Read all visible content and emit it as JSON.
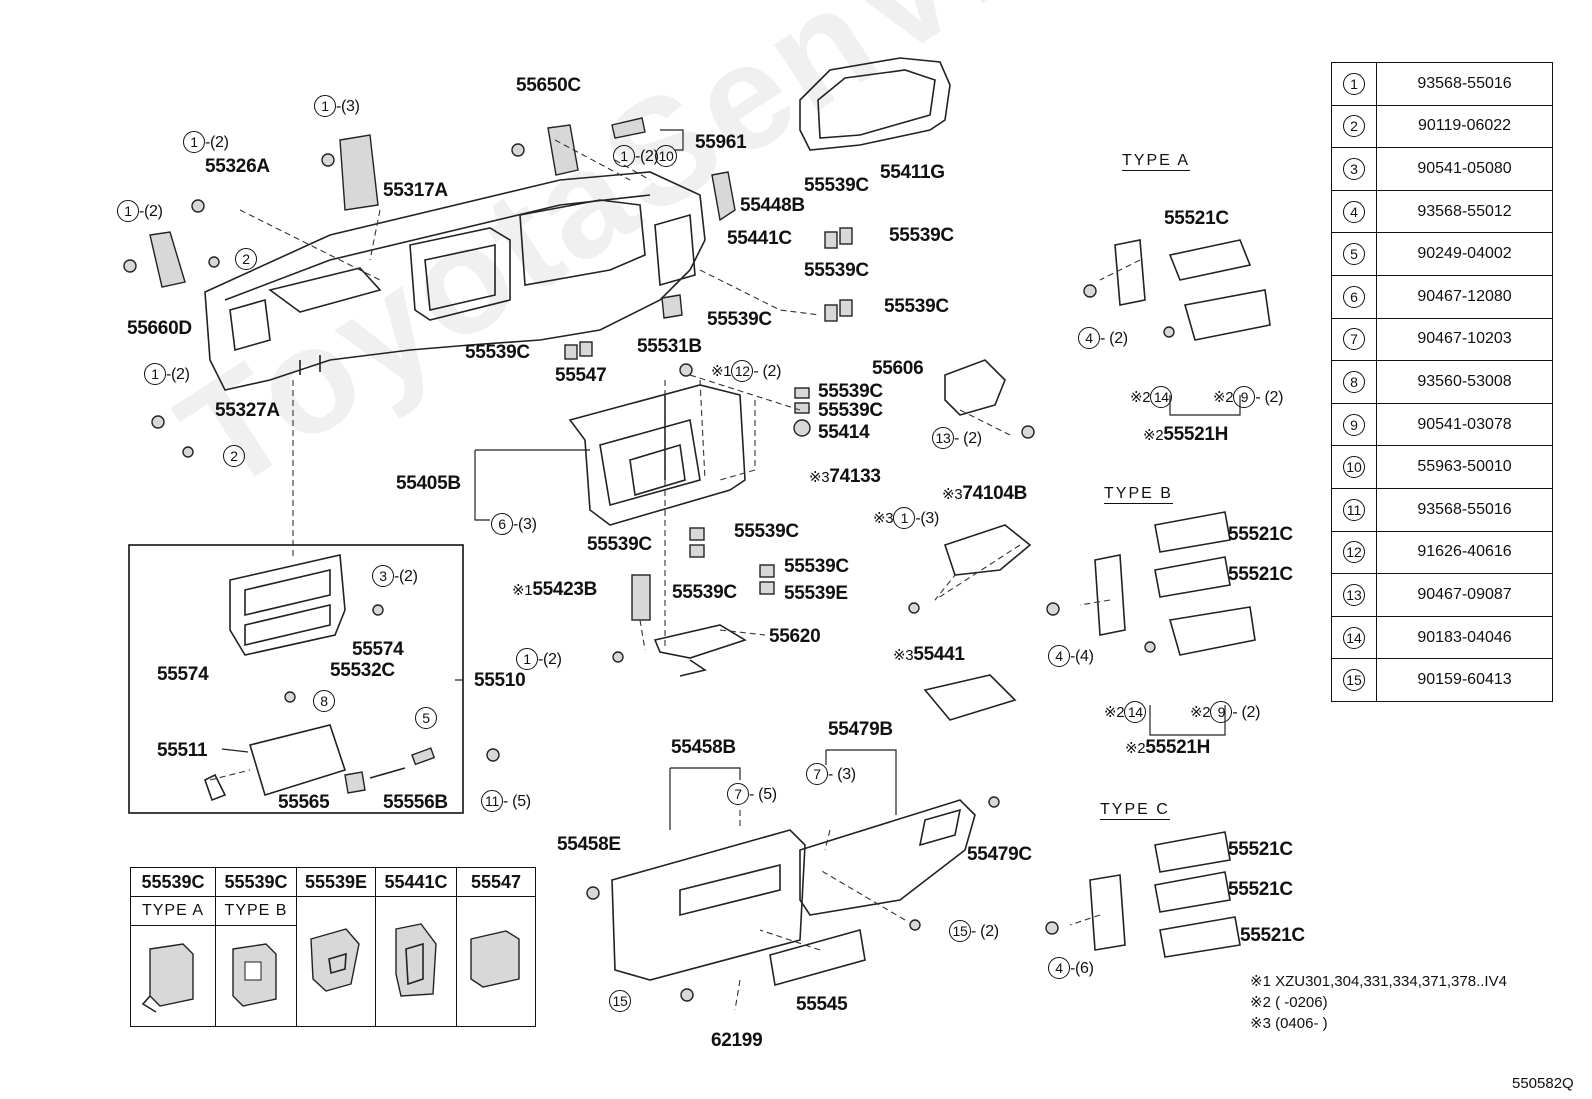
{
  "watermark": "ToyotaSenVin.ru",
  "drawing_code": "550582Q",
  "legend": [
    {
      "ref": "1",
      "part": "93568-55016"
    },
    {
      "ref": "2",
      "part": "90119-06022"
    },
    {
      "ref": "3",
      "part": "90541-05080"
    },
    {
      "ref": "4",
      "part": "93568-55012"
    },
    {
      "ref": "5",
      "part": "90249-04002"
    },
    {
      "ref": "6",
      "part": "90467-12080"
    },
    {
      "ref": "7",
      "part": "90467-10203"
    },
    {
      "ref": "8",
      "part": "93560-53008"
    },
    {
      "ref": "9",
      "part": "90541-03078"
    },
    {
      "ref": "10",
      "part": "55963-50010"
    },
    {
      "ref": "11",
      "part": "93568-55016"
    },
    {
      "ref": "12",
      "part": "91626-40616"
    },
    {
      "ref": "13",
      "part": "90467-09087"
    },
    {
      "ref": "14",
      "part": "90183-04046"
    },
    {
      "ref": "15",
      "part": "90159-60413"
    }
  ],
  "types": {
    "a": "TYPE A",
    "b": "TYPE B",
    "c": "TYPE C"
  },
  "notes": [
    "※1 XZU301,304,331,334,371,378..IV4",
    "※2 (    -0206)",
    "※3 (0406-    )"
  ],
  "parts_table": {
    "headers": [
      "55539C",
      "55539C",
      "55539E",
      "55441C",
      "55547"
    ],
    "subheaders": [
      "TYPE A",
      "TYPE B"
    ]
  },
  "labels": {
    "p55650C": "55650C",
    "p55961": "55961",
    "p55411G": "55411G",
    "p55326A": "55326A",
    "p55317A": "55317A",
    "p55448B": "55448B",
    "p55539C_1": "55539C",
    "p55441C": "55441C",
    "p55539C_2": "55539C",
    "p55539C_3": "55539C",
    "p55539C_4": "55539C",
    "p55539C_5": "55539C",
    "p55660D": "55660D",
    "p55539C_6": "55539C",
    "p55547": "55547",
    "p55531B": "55531B",
    "p55606": "55606",
    "p55539C_7": "55539C",
    "p55539C_8": "55539C",
    "p55414": "55414",
    "p55327A": "55327A",
    "p55405B": "55405B",
    "p74133": "74133",
    "p74104B": "74104B",
    "p55539C_9": "55539C",
    "p55539C_10": "55539C",
    "p55539C_11": "55539C",
    "p55539C_12": "55539C",
    "p55539E": "55539E",
    "p55423B": "55423B",
    "p55574_1": "55574",
    "p55574_2": "55574",
    "p55532C": "55532C",
    "p55510": "55510",
    "p55620": "55620",
    "p55441": "55441",
    "p55511": "55511",
    "p55565": "55565",
    "p55556B": "55556B",
    "p55458B": "55458B",
    "p55479B": "55479B",
    "p55458E": "55458E",
    "p55479C": "55479C",
    "p55545": "55545",
    "p62199": "62199",
    "p55521C_a": "55521C",
    "p55521H_a": "55521H",
    "p55521C_b1": "55521C",
    "p55521C_b2": "55521C",
    "p55521H_b": "55521H",
    "p55521C_c1": "55521C",
    "p55521C_c2": "55521C",
    "p55521C_c3": "55521C"
  },
  "qty": {
    "q2": "-(2)",
    "q3": "-(3)",
    "q4": "-(4)",
    "q5": "-(5)",
    "q6": "-(6)",
    "q2s": "- (2)",
    "q3s": "- (3)",
    "q5s": "- (5)"
  },
  "marks": {
    "m1": "※1",
    "m2": "※2",
    "m3": "※3"
  }
}
